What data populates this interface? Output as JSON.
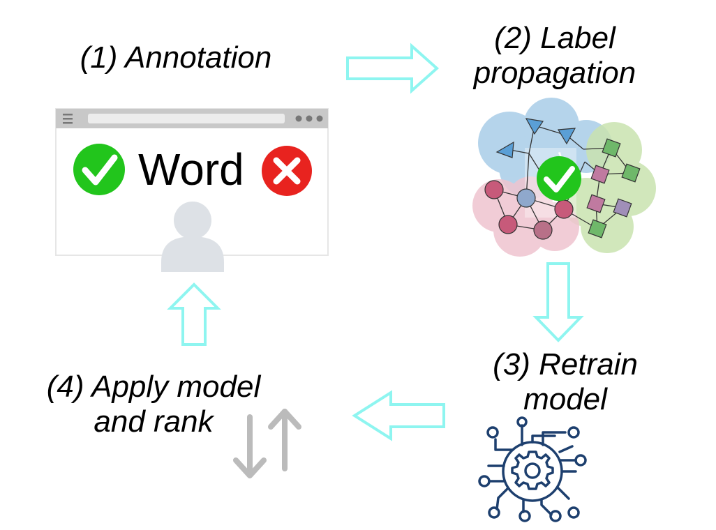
{
  "steps": [
    {
      "label": "(1) Annotation"
    },
    {
      "label": "(2) Label propagation"
    },
    {
      "label": "(3) Retrain model"
    },
    {
      "label": "(4) Apply model and rank"
    }
  ],
  "annotation_window": {
    "word": "Word",
    "accept_icon": "green-check-icon",
    "reject_icon": "red-x-icon",
    "user_icon": "user-icon"
  },
  "colors": {
    "arrow_outline": "#8ef5f0",
    "check_green": "#22c51c",
    "reject_red": "#e8231f",
    "user_gray": "#dde1e6",
    "window_bar": "#c8c8c8",
    "gear_blue": "#1d3f6e",
    "rank_gray": "#bbbbbb",
    "cluster_blue": "#a9cde8",
    "cluster_pink": "#efc4cf",
    "cluster_green": "#c9e3b0"
  }
}
